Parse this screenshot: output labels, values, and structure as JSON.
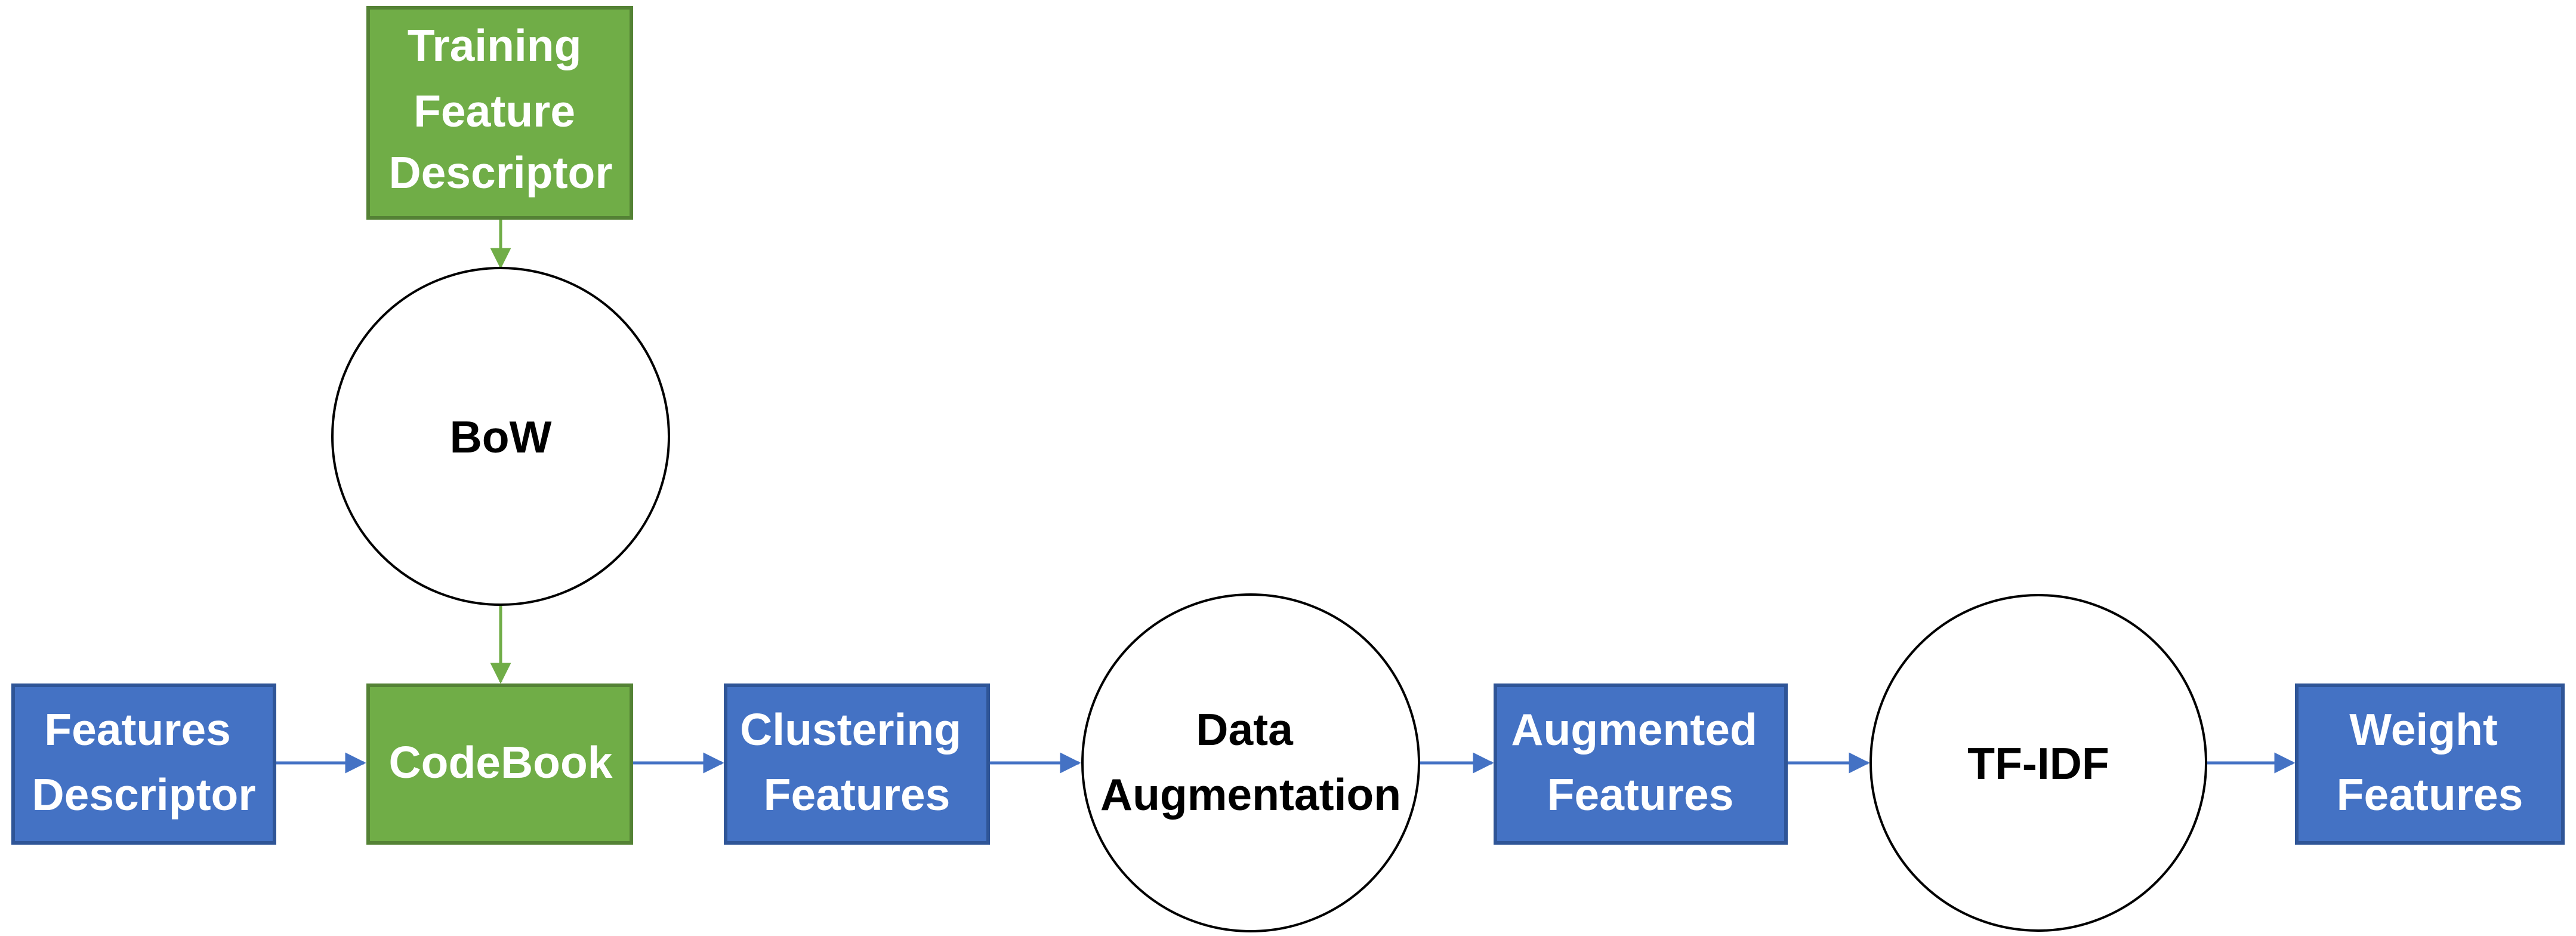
{
  "diagram": {
    "nodes": {
      "training": {
        "lines": [
          "Training",
          "Feature",
          "Descriptor"
        ]
      },
      "bow": {
        "lines": [
          "BoW"
        ]
      },
      "features_descriptor": {
        "lines": [
          "Features",
          "Descriptor"
        ]
      },
      "codebook": {
        "lines": [
          "CodeBook"
        ]
      },
      "clustering": {
        "lines": [
          "Clustering",
          "Features"
        ]
      },
      "data_augmentation": {
        "lines": [
          "Data",
          "Augmentation"
        ]
      },
      "augmented": {
        "lines": [
          "Augmented",
          "Features"
        ]
      },
      "tfidf": {
        "lines": [
          "TF-IDF"
        ]
      },
      "weight": {
        "lines": [
          "Weight",
          "Features"
        ]
      }
    },
    "colors": {
      "green": "#70AD47",
      "blue": "#4472C4",
      "circle_stroke": "#000000"
    }
  }
}
